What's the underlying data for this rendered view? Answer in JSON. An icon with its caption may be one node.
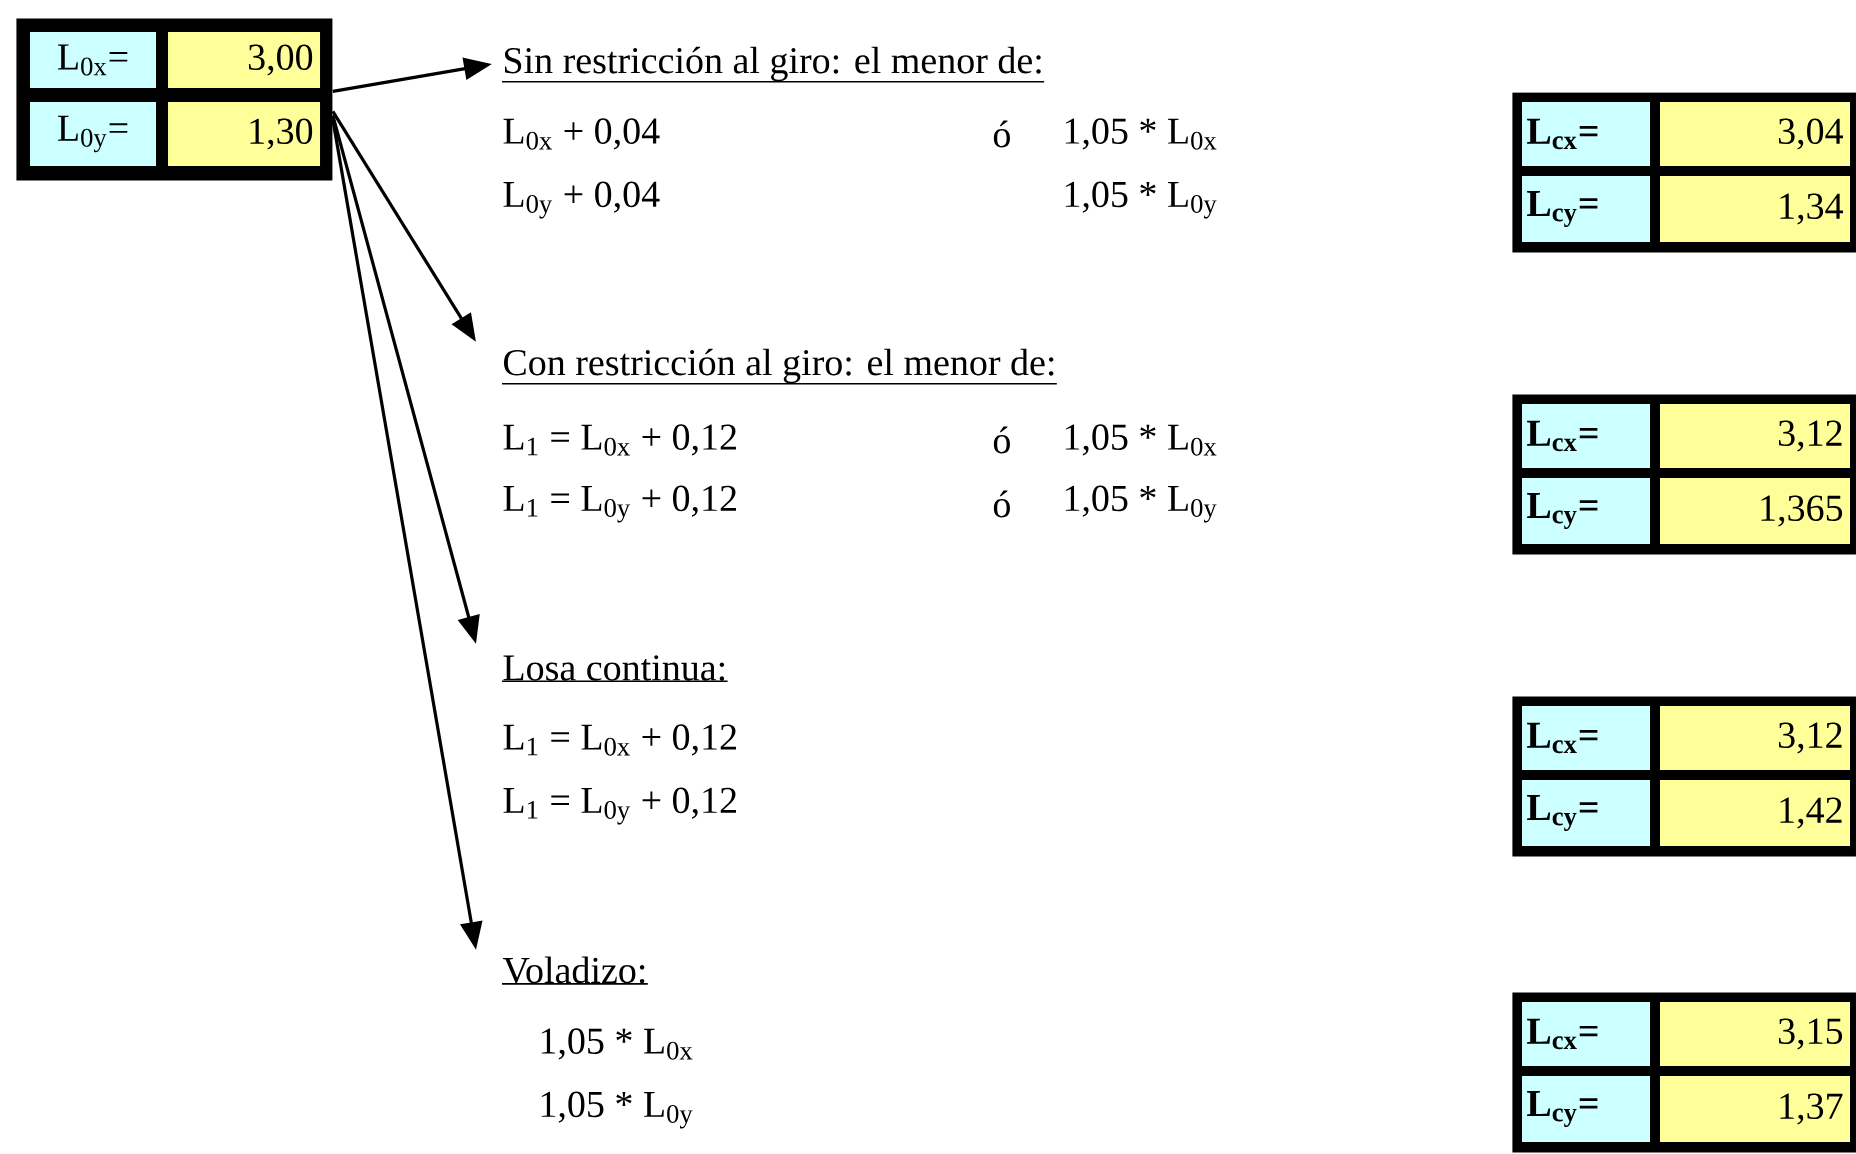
{
  "diagram": {
    "nodes": [
      {
        "text": [
          "L$_{0x}$=",
          "3,00",
          "L$_{0y}$=",
          "1,30"
        ]
      },
      {
        "text": [
          "Sin restricción al giro: el menor de:"
        ]
      },
      {
        "text": [
          "Con restricción al giro: el menor de:"
        ]
      },
      {
        "text": [
          "Losa continua:"
        ]
      },
      {
        "text": [
          "Voladizo:"
        ]
      },
      {
        "text": [
          "L$_{cx}$=",
          "3,04",
          "L$_{cy}$=",
          "1,34"
        ]
      },
      {
        "text": [
          "L$_{cx}$=",
          "3,12",
          "L$_{cy}$=",
          "1,365"
        ]
      },
      {
        "text": [
          "L$_{cx}$=",
          "3,12",
          "L$_{cy}$=",
          "1,42"
        ]
      },
      {
        "text": [
          "L$_{cx}$=",
          "3,15",
          "L$_{cy}$=",
          "1,37"
        ]
      }
    ],
    "edges": [
      {
        "from": 0,
        "to": 1,
        "arrow": "to"
      },
      {
        "from": 0,
        "to": 2,
        "arrow": "to"
      },
      {
        "from": 0,
        "to": 3,
        "arrow": "to"
      },
      {
        "from": 0,
        "to": 4,
        "arrow": "to"
      }
    ],
    "labels": [
      "L$_{0x}$ + 0,04",
      "ó",
      "1,05 * L$_{0x}$",
      "L$_{0y}$ + 0,04",
      "1,05 * L$_{0y}$",
      "L$_{1}$ = L$_{0x}$ + 0,12",
      "ó",
      "1,05 * L$_{0x}$",
      "L$_{1}$ = L$_{0y}$ + 0,12",
      "ó",
      "1,05 * L$_{0y}$",
      "L$_{1}$ = L$_{0x}$ + 0,12",
      "L$_{1}$ = L$_{0y}$ + 0,12",
      "1,05 * L$_{0x}$",
      "1,05 * L$_{0y}$"
    ]
  }
}
